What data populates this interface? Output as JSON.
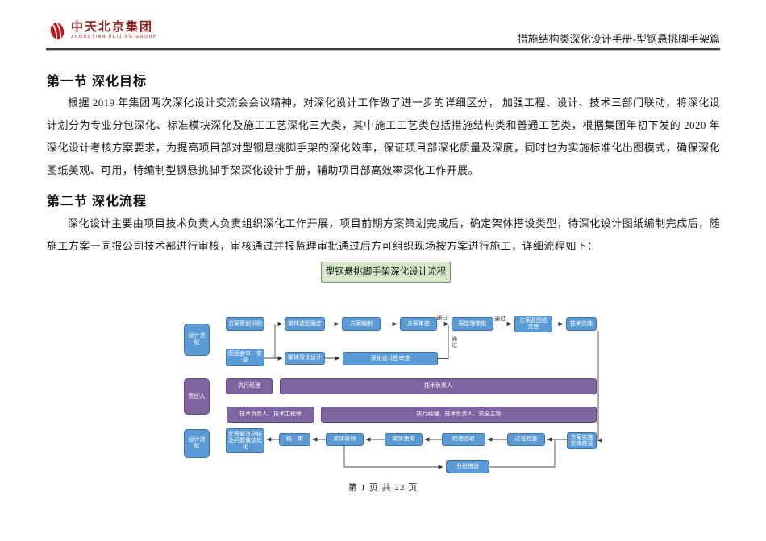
{
  "header": {
    "brand_cn": "中天北京集团",
    "brand_en": "ZHONGTIAN BEIJING GROUP",
    "doc_title": "措施结构类深化设计手册-型钢悬挑脚手架篇"
  },
  "sections": [
    {
      "title": "第一节 深化目标",
      "body": "根据 2019 年集团两次深化设计交流会会议精神，对深化设计工作做了进一步的详细区分， 加强工程、设计、技术三部门联动，将深化设计划分为专业分包深化、标准模块深化及施工工艺深化三大类，其中施工工艺类包括措施结构类和普通工艺类，根据集团年初下发的 2020 年深化设计考核方案要求，为提高项目部对型钢悬挑脚手架的深化效率，保证项目部深化质量及深度，同时也为实施标准化出图模式，确保深化图纸美观、可用，特编制型钢悬挑脚手架深化设计手册，辅助项目部高效率深化工作开展。"
    },
    {
      "title": "第二节 深化流程",
      "body": "深化设计主要由项目技术负责人负责组织深化工作开展，项目前期方案策划完成后，确定架体搭设类型，待深化设计图纸编制完成后，随施工方案一同报公司技术部进行审核，审核通过并报监理审批通过后方可组织现场按方案进行施工，详细流程如下："
    }
  ],
  "flowchart": {
    "title": "型钢悬挑脚手架深化设计流程",
    "pass_label": "通过",
    "nodes": {
      "lane_design_1": "设计流程",
      "lane_responsible": "责任人",
      "lane_design_2": "设计流程",
      "plan_identify": "方案策划识别",
      "frame_type_confirm": "架体选型确定",
      "plan_compile": "方案编制",
      "plan_review": "方案审查",
      "supervisor_approve": "报监理审批",
      "plan_drawing_disclosure": "方案及图纸交底",
      "tech_disclosure": "技术交底",
      "drawing_review_change": "图纸会审、变更",
      "frame_deepen_design": "架体深化设计",
      "deepen_drawing_review": "深化设计图审查",
      "exec_manager": "执行经理",
      "tech_director": "技术负责人",
      "tech_director_engineer": "技术负责人、技术工程师",
      "exec_tech_safety": "执行经理、技术负责人、安全主管",
      "best_practice_summary": "优秀做法总结及问题做法优化",
      "end": "结　束",
      "frame_dismantle": "架体拆除",
      "frame_use": "架体使用",
      "inspect_accept": "检查验收",
      "process_check": "过程检查",
      "plan_implement_erect": "方案实施架体搭设",
      "segment_erect": "分段搭设"
    }
  },
  "footer": {
    "page_text": "第 1 页 共 22 页"
  },
  "colors": {
    "node-blue": "#5b9bd5",
    "node-blue-border": "#41719c",
    "node-purple": "#8064a2",
    "node-purple-border": "#5f497a",
    "chart-green": "#d6e7c8",
    "chart-green-border": "#7e8c74",
    "brand-red": "#c4161c",
    "connector": "#4a4a4a"
  }
}
